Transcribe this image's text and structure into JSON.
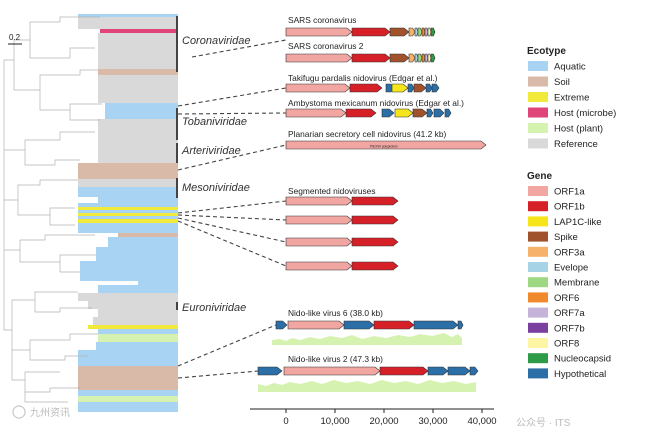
{
  "scale_bar": {
    "label": "0.2"
  },
  "families": [
    {
      "name": "Coronaviridae"
    },
    {
      "name": "Tobaniviridae"
    },
    {
      "name": "Arteriviridae"
    },
    {
      "name": "Mesoniviridae"
    },
    {
      "name": "Euroniviridae"
    }
  ],
  "genomes": [
    {
      "name": "SARS coronavirus"
    },
    {
      "name": "SARS coronavirus 2"
    },
    {
      "name": "Takifugu pardalis nidovirus (Edgar et al.)"
    },
    {
      "name": "Ambystoma mexicanum nidovirus (Edgar et al.)"
    },
    {
      "name": "Planarian secretory cell nidovirus (41.2 kb)"
    },
    {
      "name": "Segmented nidoviruses"
    },
    {
      "name": "Nido-like virus 6 (38.0 kb)"
    },
    {
      "name": "Nido-like virus 2 (47.3 kb)"
    }
  ],
  "planarian_bar_label": "PSCNV polyprotein",
  "x_axis": {
    "ticks": [
      "0",
      "10,000",
      "20,000",
      "30,000",
      "40,000"
    ]
  },
  "ecotype_legend": {
    "title": "Ecotype",
    "items": [
      {
        "label": "Aquatic",
        "color": "#a9d3f2"
      },
      {
        "label": "Soil",
        "color": "#d9b9a8"
      },
      {
        "label": "Extreme",
        "color": "#f2ea3a"
      },
      {
        "label": "Host (microbe)",
        "color": "#e0457a"
      },
      {
        "label": "Host (plant)",
        "color": "#d6f2b0"
      },
      {
        "label": "Reference",
        "color": "#d9d9d9"
      }
    ]
  },
  "gene_legend": {
    "title": "Gene",
    "items": [
      {
        "label": "ORF1a",
        "color": "#f1a6a2"
      },
      {
        "label": "ORF1b",
        "color": "#d62027"
      },
      {
        "label": "LAP1C-like",
        "color": "#f5e51a"
      },
      {
        "label": "Spike",
        "color": "#a0522d"
      },
      {
        "label": "ORF3a",
        "color": "#f6b26b"
      },
      {
        "label": "Evelope",
        "color": "#a7d3e6"
      },
      {
        "label": "Membrane",
        "color": "#9fd883"
      },
      {
        "label": "ORF6",
        "color": "#f08a2c"
      },
      {
        "label": "ORF7a",
        "color": "#c6b3d9"
      },
      {
        "label": "ORF7b",
        "color": "#7b3fa0"
      },
      {
        "label": "ORF8",
        "color": "#fbf5a4"
      },
      {
        "label": "Nucleocapsid",
        "color": "#2e9b48"
      },
      {
        "label": "Hypothetical",
        "color": "#2b6fa6"
      }
    ]
  },
  "watermark": {
    "left": "九州资讯",
    "right": "公众号 · ITS"
  }
}
